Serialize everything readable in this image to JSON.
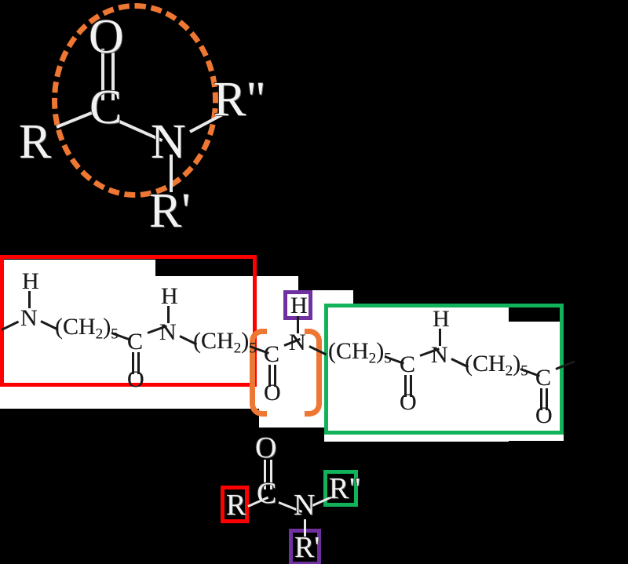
{
  "meta": {
    "title": "Amide functional group and polyamide (nylon-6,6) repeat-unit diagram",
    "background_color": "#000000"
  },
  "colors": {
    "orange": "#EE7733",
    "red": "#FF0000",
    "green": "#11B25A",
    "purple": "#7030A0",
    "dark_ink": "#1A1A1A",
    "light_ink": "#F2F2F2",
    "panel": "#FFFFFF"
  },
  "top_molecule": {
    "name": "generic-amide",
    "highlight_shape": "dashed-ellipse",
    "highlight_color": "#EE7733",
    "atoms": {
      "oxygen": "O",
      "carbon": "C",
      "nitrogen": "N",
      "r_left": "R",
      "r_double_prime": "R\"",
      "r_prime": "R'"
    }
  },
  "middle_chain": {
    "name": "polyamide-chain",
    "repeat_unit_brackets": "orange",
    "left_fragment": {
      "box_color": "#FF0000",
      "labels": [
        "H",
        "N",
        "(CH",
        "2",
        ")",
        "5",
        "C",
        "O",
        "H",
        "N",
        "(CH",
        "2",
        ")",
        "5"
      ]
    },
    "amide_center": {
      "bracket_color": "#EE7733",
      "h_box_color": "#7030A0",
      "labels": [
        "H",
        "N",
        "C",
        "O"
      ]
    },
    "right_fragment": {
      "box_color": "#11B25A",
      "labels": [
        "(CH",
        "2",
        ")",
        "5",
        "C",
        "O",
        "H",
        "N",
        "(CH",
        "2",
        ")",
        "5",
        "C",
        "O"
      ]
    },
    "text": {
      "H": "H",
      "N": "N",
      "C": "C",
      "O": "O",
      "CH2_open": "(CH",
      "CH2_sub": "2",
      "CH2_close": ")",
      "CH2_count": "5"
    }
  },
  "bottom_molecule": {
    "name": "amide-legend",
    "atoms": {
      "oxygen": "O",
      "carbon": "C",
      "nitrogen": "N"
    },
    "groups": [
      {
        "label": "R",
        "box_color": "#FF0000",
        "role": "acyl-substituent"
      },
      {
        "label": "R\"",
        "box_color": "#11B25A",
        "role": "n-substituent-2"
      },
      {
        "label": "R'",
        "box_color": "#7030A0",
        "role": "n-substituent-1"
      }
    ]
  }
}
